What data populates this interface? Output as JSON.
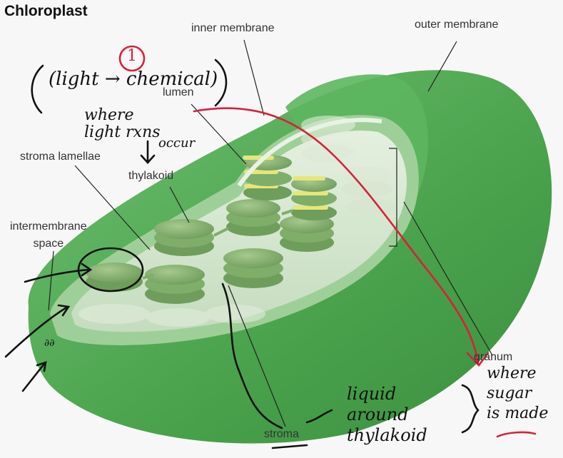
{
  "title": "Chloroplast",
  "labels": {
    "inner_membrane": "inner membrane",
    "outer_membrane": "outer membrane",
    "lumen": "lumen",
    "stroma_lamellae": "stroma lamellae",
    "thylakoid": "thylakoid",
    "intermembrane_space": "intermembrane\nspace",
    "granum": "granum",
    "stroma": "stroma"
  },
  "annotations": {
    "circled_number": "1",
    "light_to_chemical": "(light → chemical)",
    "where_light_rxns": "where\nlight rxns",
    "occur": "occur",
    "where_sugar_made": "where\nsugar\nis made",
    "liquid_around_thylakoid": "liquid\naround\nthylakoid"
  },
  "colors": {
    "outer_green": "#4fa850",
    "inner_green": "#8fc489",
    "stroma_fill": "#cfe3c8",
    "thylakoid_green": "#7fae6a",
    "lumen_yellow": "#e6e67a",
    "ink_red": "#d8203a",
    "ink_black": "#111111"
  }
}
